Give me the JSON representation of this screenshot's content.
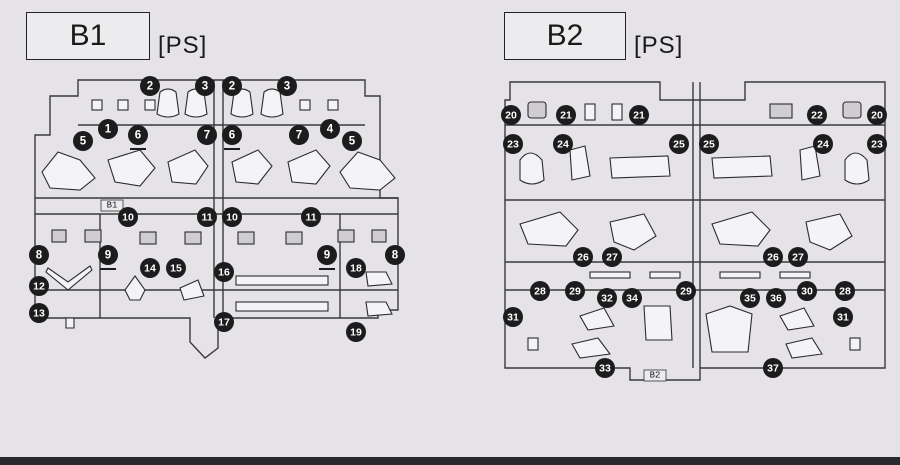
{
  "sheets": [
    {
      "id": "B1",
      "label": "B1",
      "tag": "[PS]",
      "runner_tag": "B1",
      "parts": [
        {
          "n": "2"
        },
        {
          "n": "3"
        },
        {
          "n": "2"
        },
        {
          "n": "3"
        },
        {
          "n": "1"
        },
        {
          "n": "5"
        },
        {
          "n": "6",
          "underline": true
        },
        {
          "n": "7"
        },
        {
          "n": "6",
          "underline": true
        },
        {
          "n": "7"
        },
        {
          "n": "4"
        },
        {
          "n": "5"
        },
        {
          "n": "10"
        },
        {
          "n": "11"
        },
        {
          "n": "10"
        },
        {
          "n": "11"
        },
        {
          "n": "8"
        },
        {
          "n": "9",
          "underline": true
        },
        {
          "n": "9",
          "underline": true
        },
        {
          "n": "8"
        },
        {
          "n": "14"
        },
        {
          "n": "15"
        },
        {
          "n": "16"
        },
        {
          "n": "18"
        },
        {
          "n": "12"
        },
        {
          "n": "13"
        },
        {
          "n": "17"
        },
        {
          "n": "19"
        }
      ]
    },
    {
      "id": "B2",
      "label": "B2",
      "tag": "[PS]",
      "runner_tag": "B2",
      "parts": [
        {
          "n": "20"
        },
        {
          "n": "21"
        },
        {
          "n": "21"
        },
        {
          "n": "22"
        },
        {
          "n": "20"
        },
        {
          "n": "23"
        },
        {
          "n": "24"
        },
        {
          "n": "25"
        },
        {
          "n": "25"
        },
        {
          "n": "24"
        },
        {
          "n": "23"
        },
        {
          "n": "26"
        },
        {
          "n": "27"
        },
        {
          "n": "26"
        },
        {
          "n": "27"
        },
        {
          "n": "28"
        },
        {
          "n": "29"
        },
        {
          "n": "32"
        },
        {
          "n": "34"
        },
        {
          "n": "29"
        },
        {
          "n": "35"
        },
        {
          "n": "36"
        },
        {
          "n": "30"
        },
        {
          "n": "28"
        },
        {
          "n": "31"
        },
        {
          "n": "31"
        },
        {
          "n": "33"
        },
        {
          "n": "37"
        }
      ]
    }
  ]
}
